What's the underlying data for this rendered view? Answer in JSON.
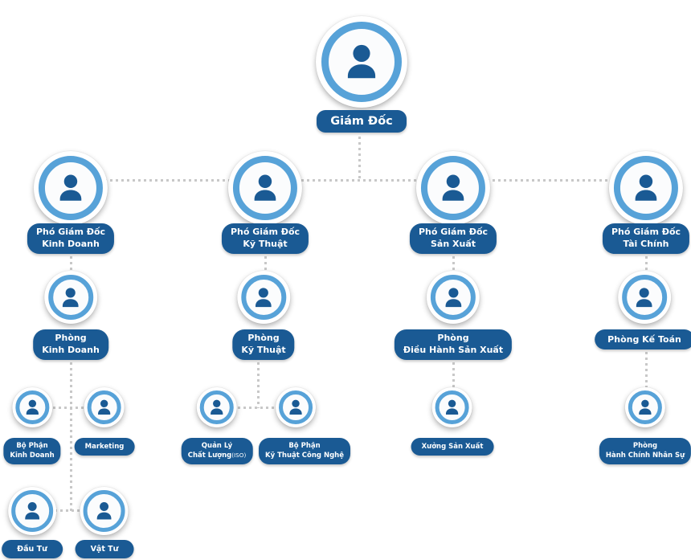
{
  "colors": {
    "primary_dark_blue": "#1a5a94",
    "ring_light_blue": "#57a2d8",
    "node_inner_fill": "#fbfcfd",
    "connector_gray": "#c8c8c8",
    "label_text": "#ffffff",
    "background": "#ffffff"
  },
  "icons": {
    "avatar": "person-icon"
  },
  "org_chart": {
    "director": {
      "title": "Giám Đốc"
    },
    "deputies": [
      {
        "line1": "Phó Giám Đốc",
        "line2": "Kinh Doanh"
      },
      {
        "line1": "Phó Giám Đốc",
        "line2": "Kỹ Thuật"
      },
      {
        "line1": "Phó Giám Đốc",
        "line2": "Sản Xuất"
      },
      {
        "line1": "Phó Giám Đốc",
        "line2": "Tài Chính"
      }
    ],
    "departments": [
      {
        "line1": "Phòng",
        "line2": "Kinh Doanh"
      },
      {
        "line1": "Phòng",
        "line2": "Kỹ Thuật"
      },
      {
        "line1": "Phòng",
        "line2": "Điều Hành Sản Xuất"
      },
      {
        "title": "Phòng Kế Toán"
      }
    ],
    "units": [
      {
        "line1": "Bộ Phận",
        "line2": "Kinh Doanh"
      },
      {
        "title": "Marketing"
      },
      {
        "line1": "Quản Lý",
        "line2": "Chất Lượng",
        "line2_suffix": "(ISO)"
      },
      {
        "line1": "Bộ Phận",
        "line2": "Kỹ Thuật Công Nghệ"
      },
      {
        "title": "Xưởng Sản Xuất"
      },
      {
        "line1": "Phòng",
        "line2": "Hành Chính Nhân Sự"
      }
    ],
    "sub_units": [
      {
        "title": "Đầu Tư"
      },
      {
        "title": "Vật Tư"
      }
    ]
  }
}
